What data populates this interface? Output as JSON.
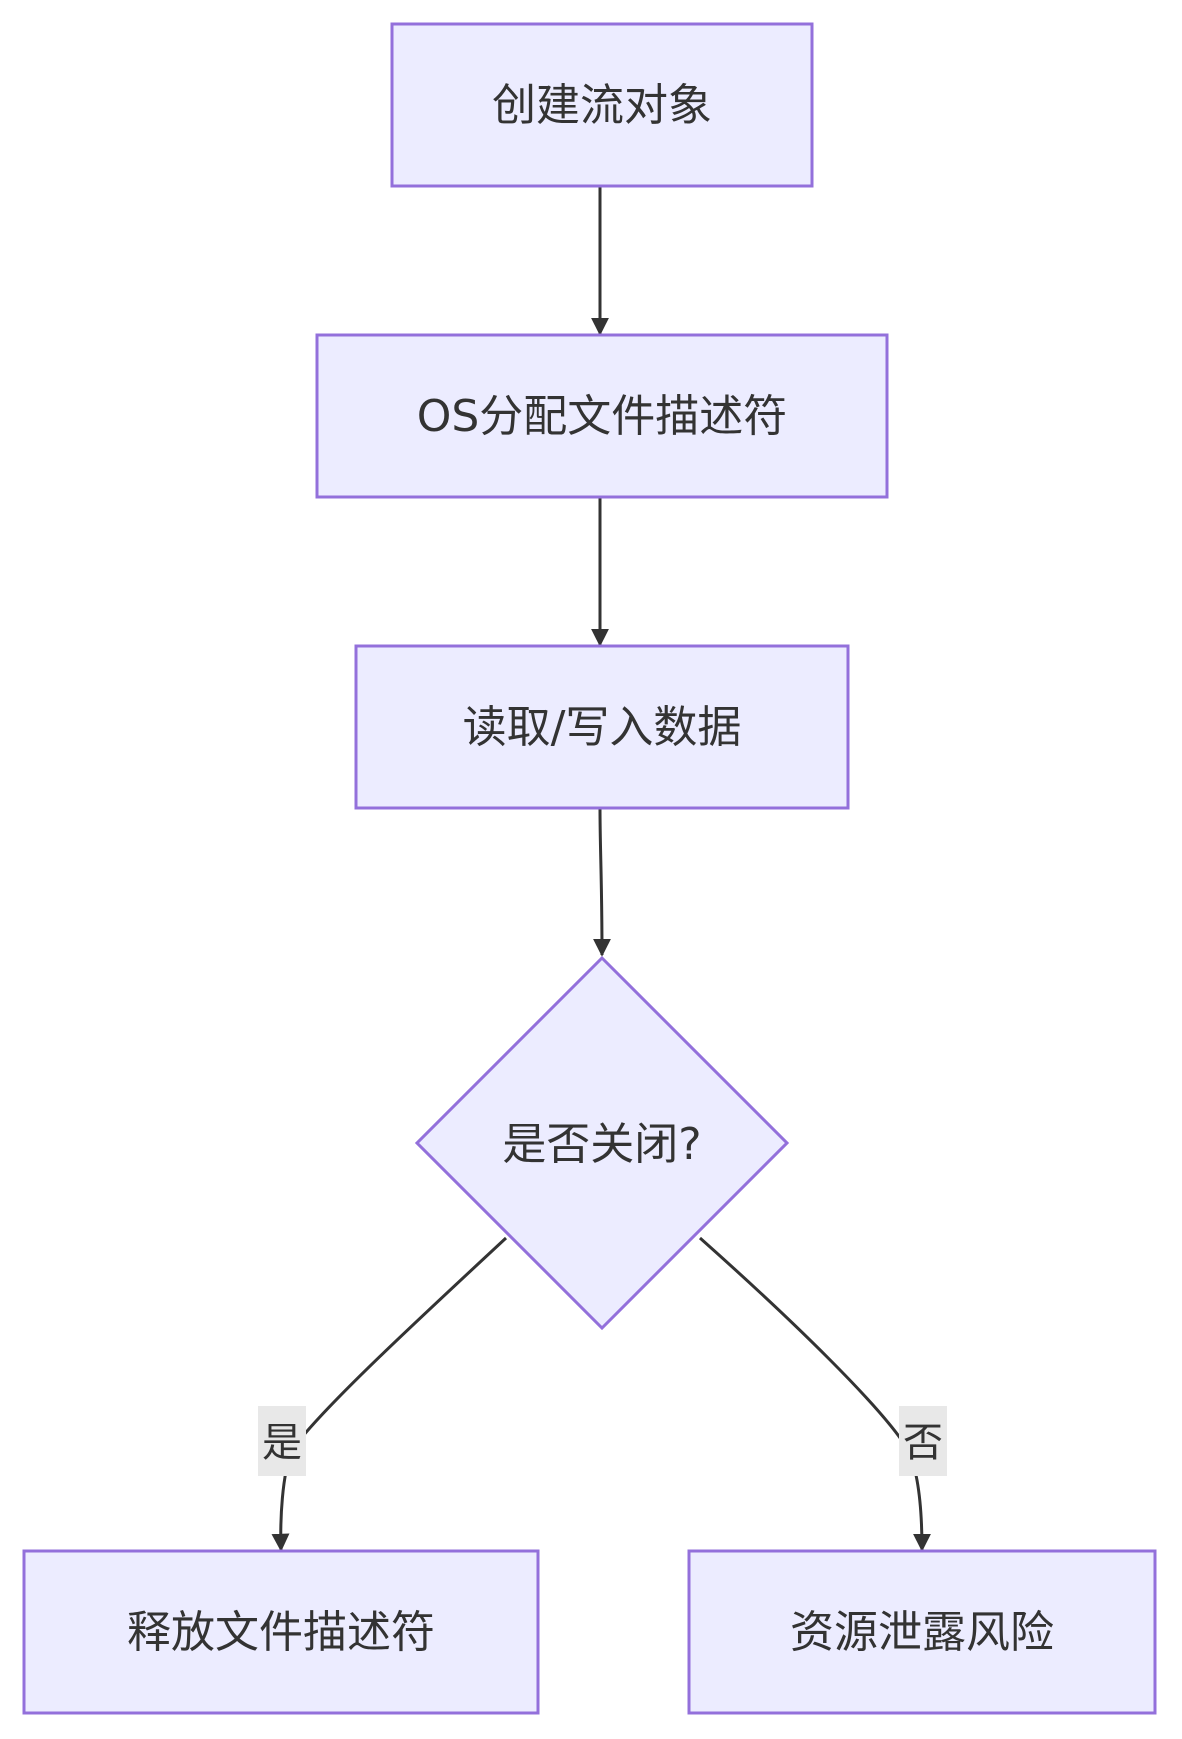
{
  "diagram": {
    "nodes": {
      "create_stream": {
        "label": "创建流对象"
      },
      "os_allocate": {
        "label": "OS分配文件描述符"
      },
      "read_write": {
        "label": "读取/写入数据"
      },
      "is_closed": {
        "label": "是否关闭?"
      },
      "release_fd": {
        "label": "释放文件描述符"
      },
      "leak_risk": {
        "label": "资源泄露风险"
      }
    },
    "edges": {
      "yes": {
        "label": "是"
      },
      "no": {
        "label": "否"
      }
    },
    "colors": {
      "node_fill": "#ECECFF",
      "node_stroke": "#9370DB",
      "edge": "#333333",
      "edge_label_bg": "#E8E8E8",
      "text": "#333333"
    }
  }
}
